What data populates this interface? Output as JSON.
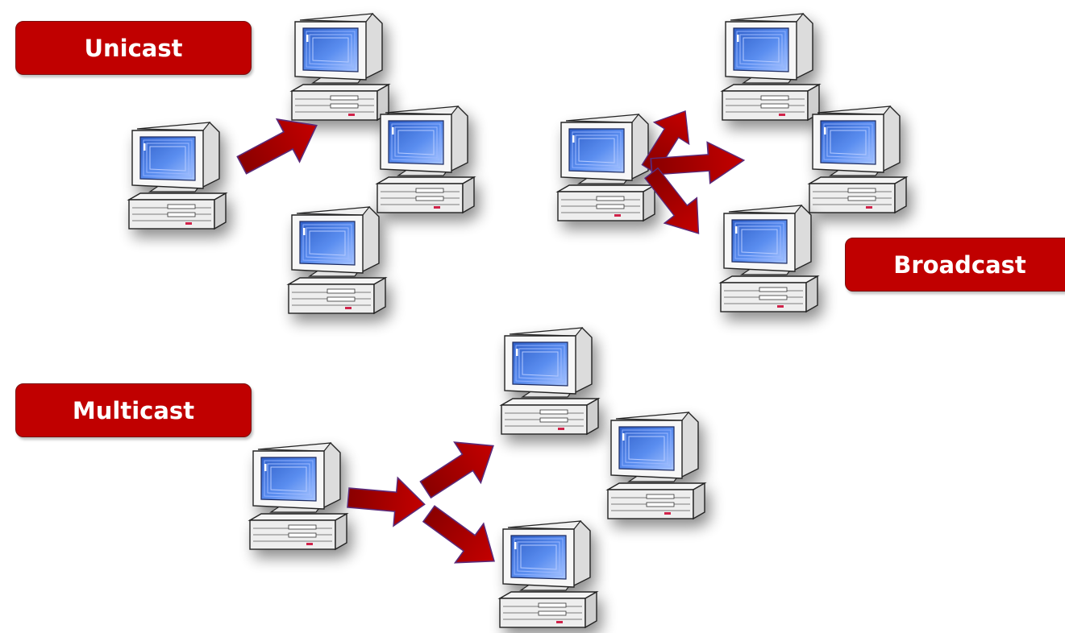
{
  "labels": {
    "unicast": "Unicast",
    "broadcast": "Broadcast",
    "multicast": "Multicast"
  },
  "colors": {
    "label_fill": "#c00000",
    "arrow_fill": "#b00000",
    "screen_blue": "#4a7ee0",
    "case_gray": "#e8e8e8"
  },
  "icons": {
    "computer": "computer-icon",
    "arrow": "arrow-icon"
  }
}
